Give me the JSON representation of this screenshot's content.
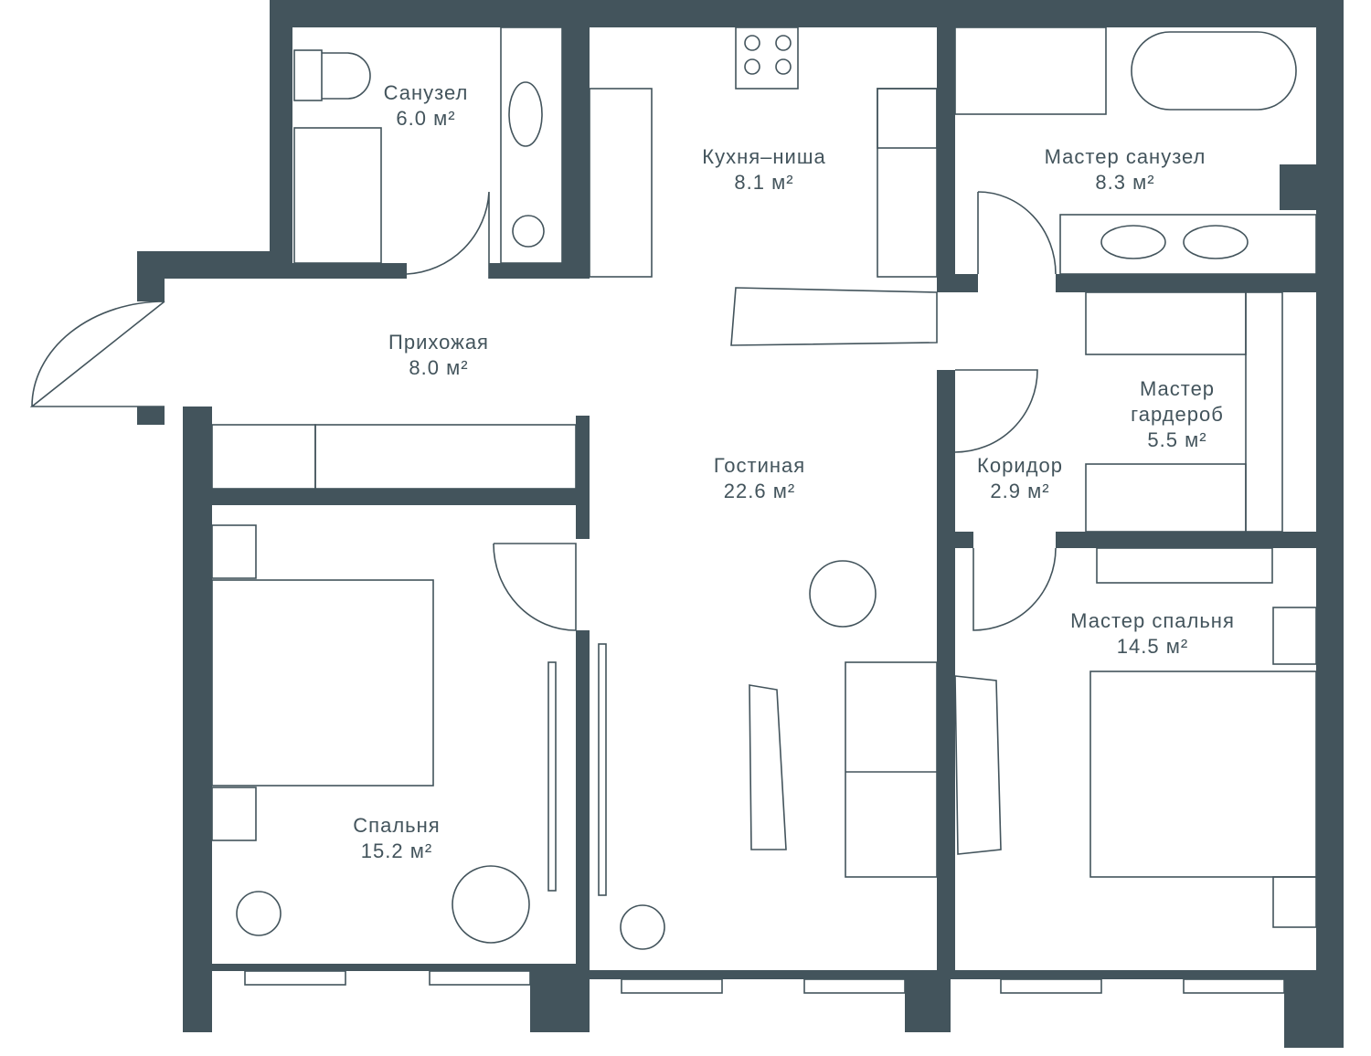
{
  "colors": {
    "wall": "#43545c",
    "background": "#ffffff"
  },
  "rooms": [
    {
      "name": "Санузел",
      "area": "6.0 м²"
    },
    {
      "name": "Кухня–ниша",
      "area": "8.1 м²"
    },
    {
      "name": "Мастер санузел",
      "area": "8.3 м²"
    },
    {
      "name": "Прихожая",
      "area": "8.0 м²"
    },
    {
      "name": "Мастер гардероб",
      "area": "5.5 м²"
    },
    {
      "name": "Гостиная",
      "area": "22.6 м²"
    },
    {
      "name": "Коридор",
      "area": "2.9 м²"
    },
    {
      "name": "Мастер спальня",
      "area": "14.5 м²"
    },
    {
      "name": "Спальня",
      "area": "15.2 м²"
    }
  ]
}
